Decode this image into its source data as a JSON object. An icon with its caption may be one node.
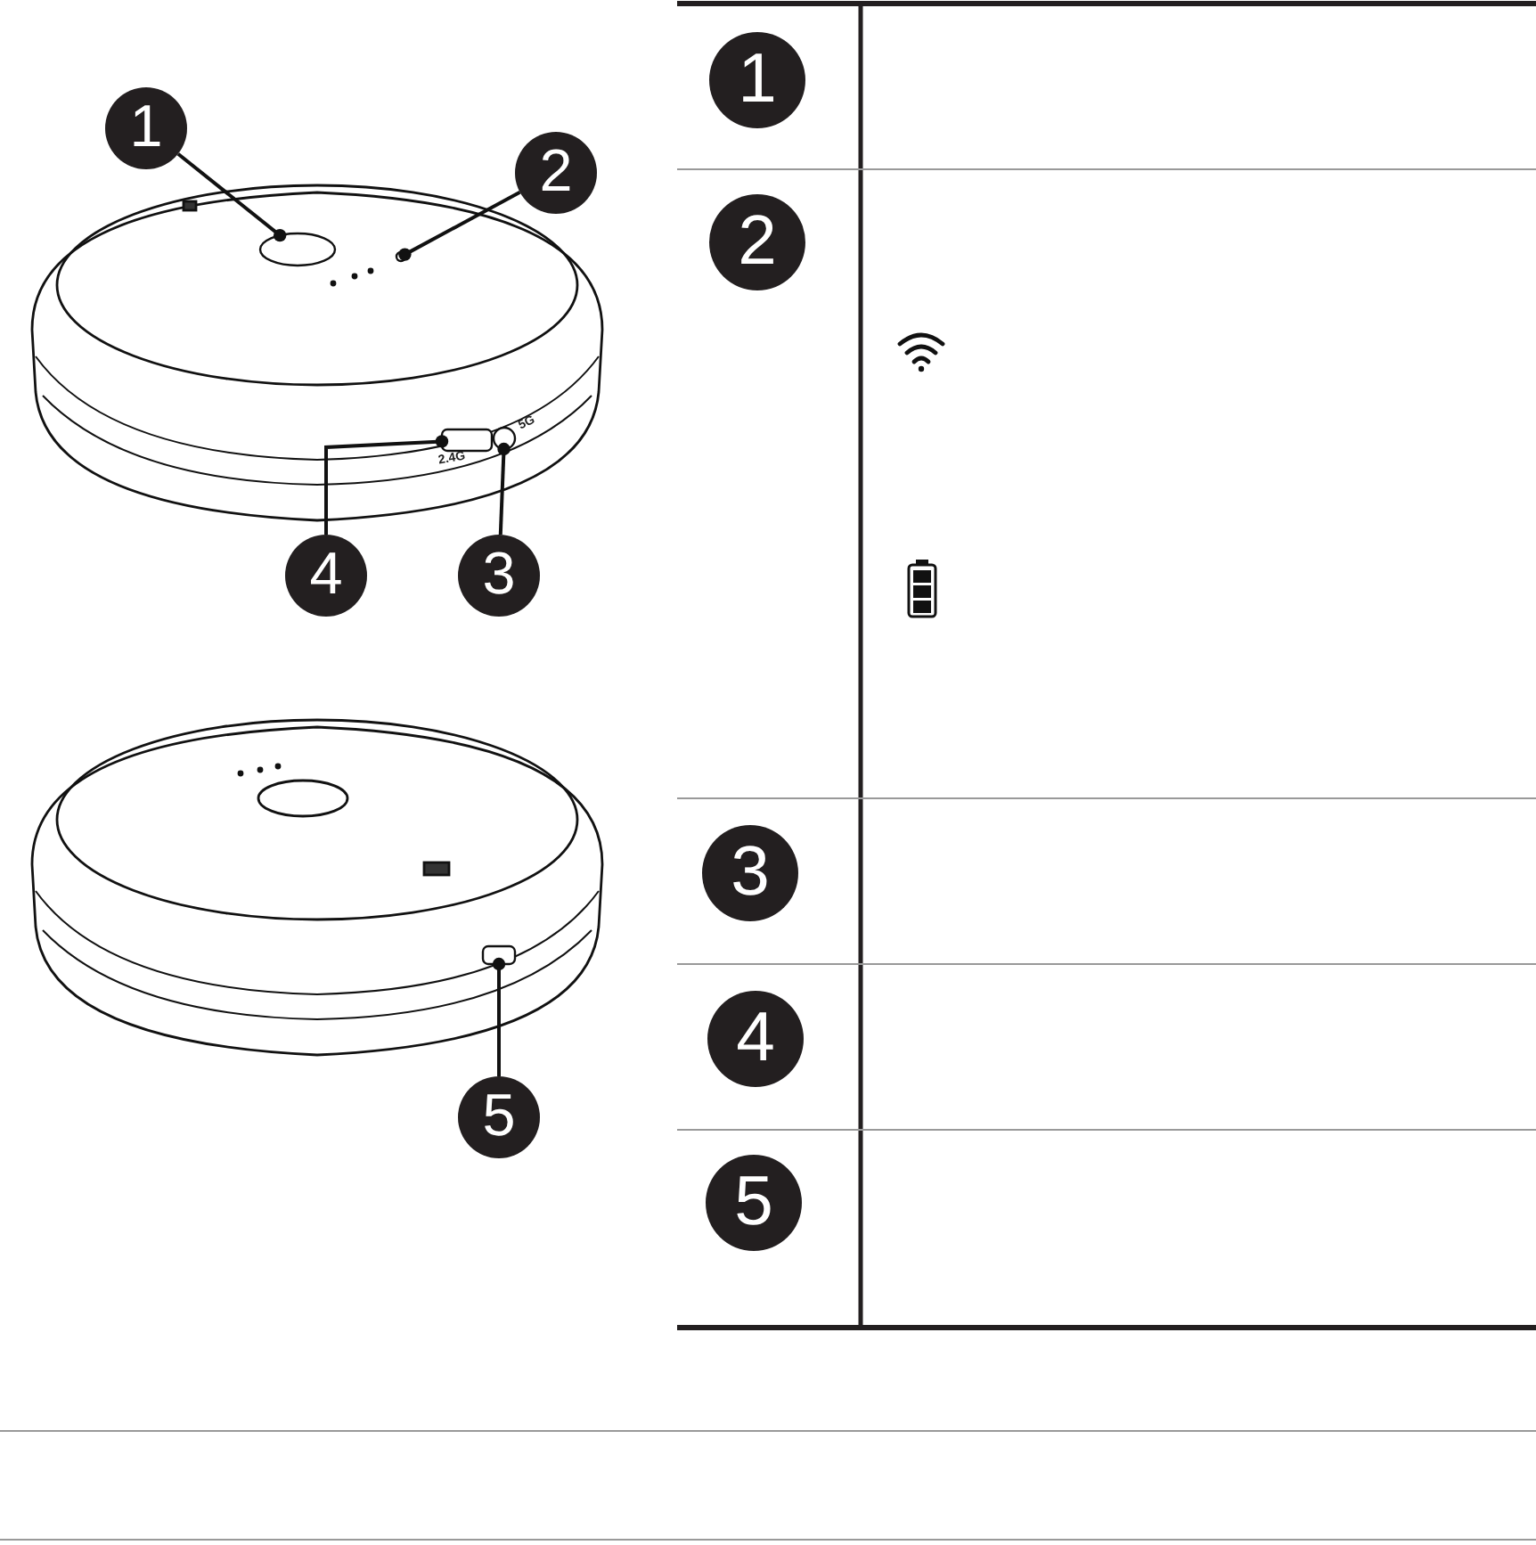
{
  "diagram": {
    "nodes": [
      {
        "text": [
          "1"
        ]
      },
      {
        "text": [
          "2"
        ]
      },
      {
        "text": [
          "3"
        ]
      },
      {
        "text": [
          "4"
        ]
      },
      {
        "text": [
          "5"
        ]
      },
      {
        "text": [
          "1"
        ]
      },
      {
        "text": [
          "2"
        ]
      },
      {
        "text": [
          "3"
        ]
      },
      {
        "text": [
          "4"
        ]
      },
      {
        "text": [
          "5"
        ]
      },
      {
        "text": [],
        "shape": "circle"
      },
      {
        "text": [],
        "shape": "circle"
      },
      {
        "text": [],
        "shape": "circle"
      },
      {
        "text": [],
        "shape": "box"
      },
      {
        "text": [],
        "shape": "box"
      }
    ],
    "edges": [
      {
        "from": 0,
        "to": 10,
        "arrow": "other"
      },
      {
        "from": 1,
        "to": 11,
        "arrow": "other"
      },
      {
        "from": 2,
        "to": 12,
        "arrow": "other"
      },
      {
        "from": 3,
        "to": 13,
        "arrow": "other"
      },
      {
        "from": 4,
        "to": 14,
        "arrow": "other"
      }
    ],
    "labels": [
      "2.4G",
      "5G"
    ]
  }
}
